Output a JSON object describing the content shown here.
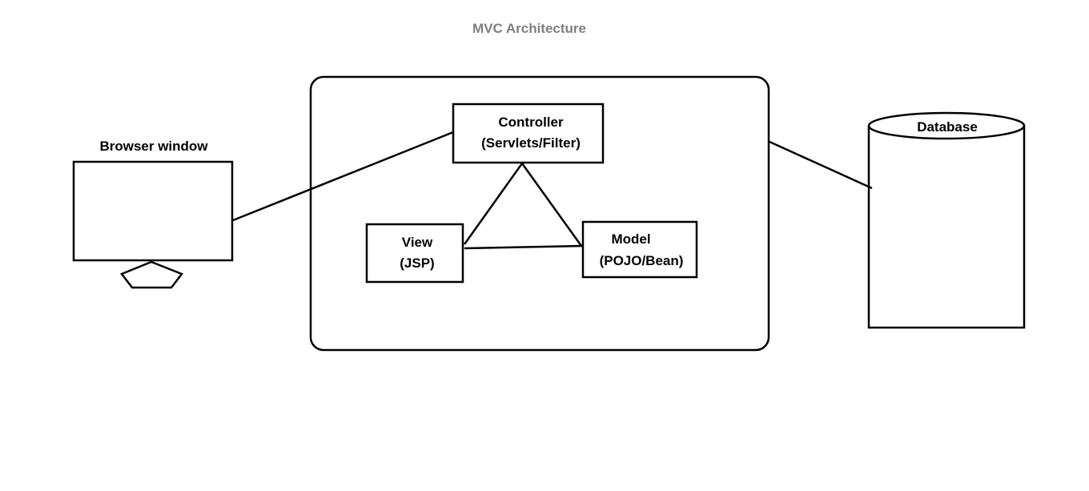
{
  "title": "MVC Architecture",
  "browser": {
    "label": "Browser window"
  },
  "controller": {
    "line1": "Controller",
    "line2": "(Servlets/Filter)"
  },
  "view": {
    "line1": "View",
    "line2": "(JSP)"
  },
  "model": {
    "line1": "Model",
    "line2": "(POJO/Bean)"
  },
  "database": {
    "label": "Database"
  },
  "colors": {
    "stroke": "#000000",
    "title": "#7f7f7f",
    "background": "#ffffff"
  }
}
